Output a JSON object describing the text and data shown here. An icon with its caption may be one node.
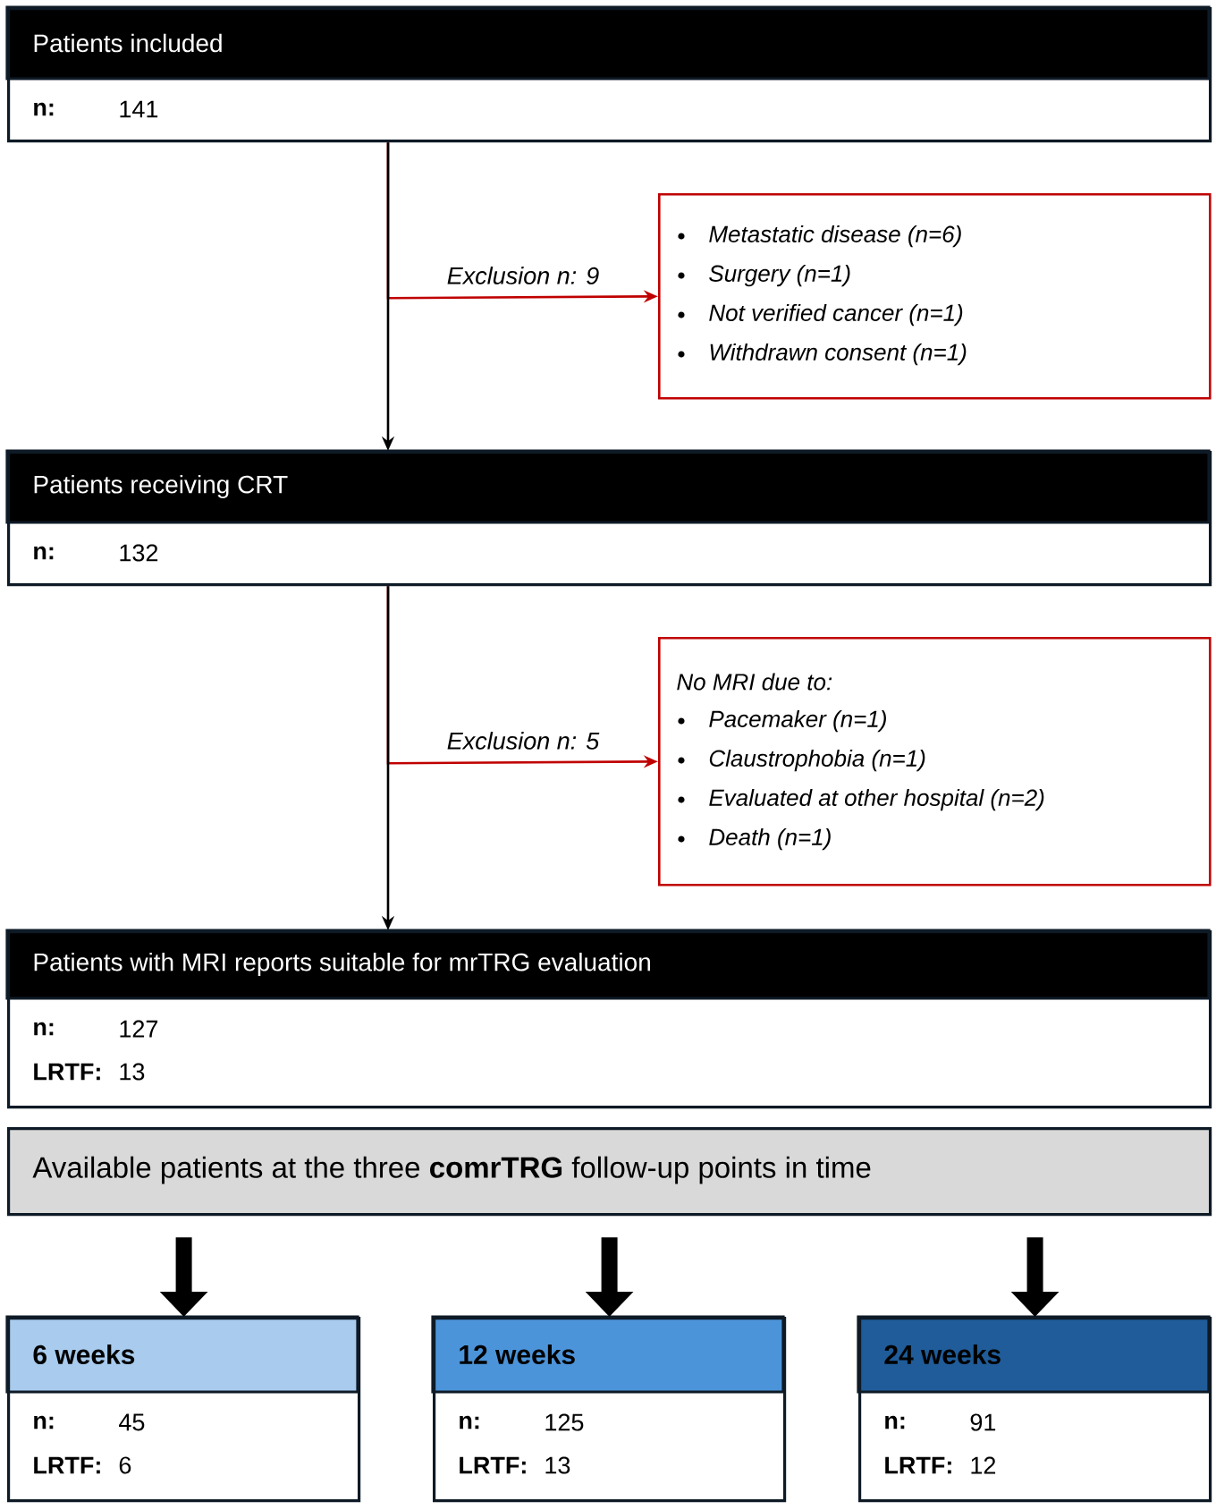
{
  "diagram": {
    "nodes": [
      {
        "text": [
          "Patients included",
          "n:",
          "141"
        ]
      },
      {
        "text": [
          "Metastatic disease (n=6)",
          "Surgery (n=1)",
          "Not verified cancer (n=1)",
          "Withdrawn consent (n=1)"
        ]
      },
      {
        "text": [
          "Patients receiving CRT",
          "n:",
          "132"
        ]
      },
      {
        "text": [
          "No MRI due to:",
          "Pacemaker (n=1)",
          "Claustrophobia (n=1)",
          "Evaluated at other hospital (n=2)",
          "Death (n=1)"
        ]
      },
      {
        "text": [
          "Patients with MRI reports suitable for mrTRG evaluation",
          "n:",
          "127",
          "LRTF:",
          "13"
        ]
      },
      {
        "text": [
          "Available patients at the three **comrTRG** follow-up points in time"
        ]
      },
      {
        "text": [
          "6 weeks",
          "n:",
          "45",
          "LRTF:",
          "6"
        ]
      },
      {
        "text": [
          "12 weeks",
          "n:",
          "125",
          "LRTF:",
          "13"
        ]
      },
      {
        "text": [
          "24 weeks",
          "n:",
          "91",
          "LRTF:",
          "12"
        ]
      }
    ],
    "edges": [
      {
        "from": 0,
        "to": 2,
        "arrow": "to"
      },
      {
        "from": 0,
        "to": 1,
        "arrow": "to",
        "label": "Exclusion n: 9",
        "color": "#c00000"
      },
      {
        "from": 2,
        "to": 4,
        "arrow": "to"
      },
      {
        "from": 2,
        "to": 3,
        "arrow": "to",
        "label": "Exclusion n: 5",
        "color": "#c00000"
      },
      {
        "from": 5,
        "to": 6,
        "arrow": "to",
        "style": "thick"
      },
      {
        "from": 5,
        "to": 7,
        "arrow": "to",
        "style": "thick"
      },
      {
        "from": 5,
        "to": 8,
        "arrow": "to",
        "style": "thick"
      }
    ]
  }
}
